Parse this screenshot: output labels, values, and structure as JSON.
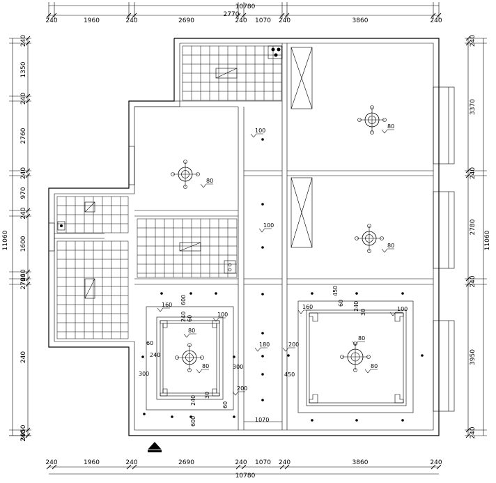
{
  "dimensions": {
    "top_total": "10780",
    "top_segments": [
      "240",
      "1960",
      "240",
      "2690",
      "240",
      "1070",
      "240",
      "3860",
      "240"
    ],
    "top_inner": "2770",
    "bottom_total": "10780",
    "bottom_segments": [
      "240",
      "1960",
      "240",
      "2690",
      "240",
      "1070",
      "240",
      "3860",
      "240"
    ],
    "left_total": "11060",
    "left_segments": [
      "240",
      "1350",
      "240",
      "2760",
      "240",
      "970",
      "240",
      "1600",
      "240",
      "2760",
      "240",
      "3950",
      "240"
    ],
    "right_total": "11060",
    "right_segments": [
      "240",
      "3370",
      "240",
      "2780",
      "240",
      "3950",
      "240"
    ]
  },
  "annotations": {
    "ceiling_80": "80",
    "ceiling_100": "100",
    "ceiling_160": "160",
    "ceiling_180": "180",
    "ceiling_200": "200",
    "dim_600": "600",
    "dim_450": "450",
    "dim_240": "240",
    "dim_60": "60",
    "dim_30": "30",
    "dim_300": "300",
    "dim_1070": "1070"
  },
  "colors": {
    "line": "#000000",
    "background": "#ffffff"
  },
  "icons": {
    "entrance": "entrance-arrow-icon",
    "light": "ceiling-light-icon",
    "downlight": "downlight-icon",
    "stove": "stove-icon",
    "level": "level-marker-icon"
  }
}
